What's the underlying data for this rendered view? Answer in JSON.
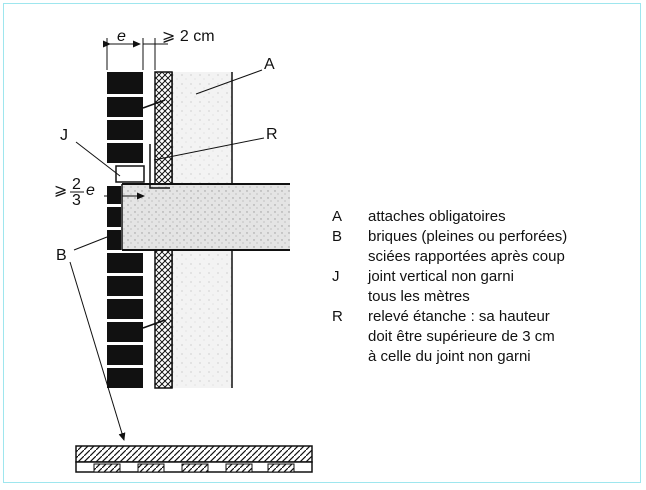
{
  "dimensions": {
    "e": "e",
    "gap": "⩾ 2 cm",
    "ratio_prefix": "⩾",
    "ratio_num": "2",
    "ratio_den": "3",
    "ratio_var": "e"
  },
  "callouts": {
    "A": "A",
    "R": "R",
    "J": "J",
    "B": "B"
  },
  "legend": [
    {
      "key": "A",
      "lines": [
        "attaches obligatoires"
      ]
    },
    {
      "key": "B",
      "lines": [
        "briques (pleines ou perforées)",
        "sciées rapportées après coup"
      ]
    },
    {
      "key": "J",
      "lines": [
        "joint vertical non garni",
        "tous les mètres"
      ]
    },
    {
      "key": "R",
      "lines": [
        "relevé étanche : sa hauteur",
        "doit être supérieure de 3 cm",
        "à celle du joint non garni"
      ]
    }
  ]
}
